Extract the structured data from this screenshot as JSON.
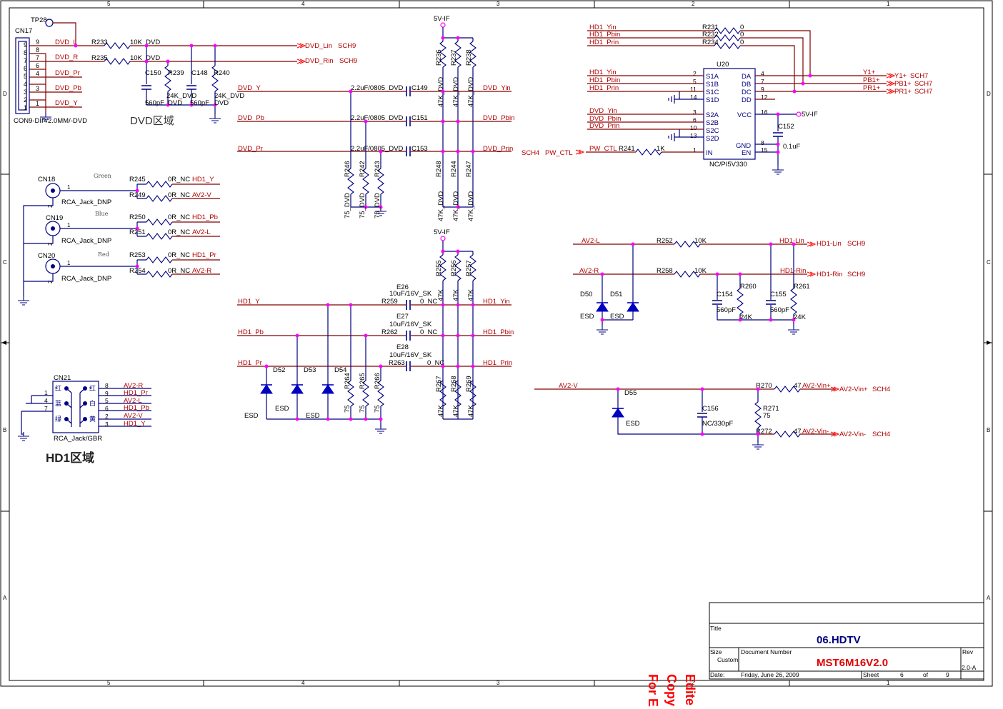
{
  "frame": {
    "col_labels": [
      "5",
      "4",
      "3",
      "2",
      "1"
    ],
    "row_labels": [
      "D",
      "C",
      "B",
      "A"
    ]
  },
  "title_block": {
    "title_label": "Title",
    "title": "06.HDTV",
    "size_label": "Size",
    "size": "Custom",
    "doc_label": "Document Number",
    "doc_number": "MST6M16V2.0",
    "rev_label": "Rev",
    "rev": "2.0-A",
    "date_label": "Date:",
    "date": "Friday, June 26, 2009",
    "sheet_label": "Sheet",
    "sheet": "6",
    "of_label": "of",
    "sheet_total": "9"
  },
  "watermark": [
    "Edite",
    "Copy",
    "For E"
  ],
  "regions": {
    "dvd": "DVD区域",
    "hd1": "HD1区域"
  },
  "labels": {
    "tp28": "TP28",
    "cn17": "CN17",
    "cn17_desc": "CON9-DIP/2.0MM/-DVD",
    "cn17_pins": [
      "9",
      "8",
      "7",
      "6",
      "5",
      "4",
      "3",
      "2",
      "1"
    ],
    "dvd_l": "DVD_L",
    "dvd_r": "DVD_R",
    "dvd_pr": "DVD_Pr",
    "dvd_pb": "DVD_Pb",
    "dvd_y": "DVD_Y",
    "r233": "R233",
    "r233v": "10K_DVD",
    "r235": "R235",
    "r235v": "10K_DVD",
    "dvd_lin": "DVD_Lin",
    "dvd_rin": "DVD_Rin",
    "sch9": "SCH9",
    "c150": "C150",
    "c150v": "560pF",
    "r239": "R239",
    "r239v": "24K_DVD",
    "c148": "C148",
    "c148v": "560pF",
    "r240": "R240",
    "r240v": "24K_DVD",
    "dvd": "DVD",
    "vif": "5V-IF",
    "cap_dvd": "2.2uF/0805_DVD",
    "c149": "C149",
    "c151": "C151",
    "c153": "C153",
    "dvd_yin": "DVD_Yin",
    "dvd_pbin": "DVD_Pbin",
    "dvd_prin": "DVD_Prin",
    "r236": "R236",
    "r237": "R237",
    "r238": "R238",
    "k47dvd": "47K_DVD",
    "r246": "R246",
    "r242": "R242",
    "r243": "R243",
    "v75dvd": "75_DVD",
    "r248": "R248",
    "r244": "R244",
    "r247": "R247",
    "cn18": "CN18",
    "cn19": "CN19",
    "cn20": "CN20",
    "rca_dnp": "RCA_Jack_DNP",
    "green": "Green",
    "blue": "Blue",
    "red": "Red",
    "pin1": "1",
    "pin2": "2",
    "r245": "R245",
    "r249": "R249",
    "r250": "R250",
    "r251": "R251",
    "r253": "R253",
    "r254": "R254",
    "r0nc": "0R_NC",
    "hd1_y": "HD1_Y",
    "av2_v": "AV2-V",
    "hd1_pb": "HD1_Pb",
    "av2_l": "AV2-L",
    "hd1_pr": "HD1_Pr",
    "av2_r": "AV2-R",
    "cn21": "CN21",
    "cn21_desc": "RCA_Jack/GBR",
    "cn21_right_pins": [
      "8",
      "9",
      "5",
      "6",
      "2",
      "3"
    ],
    "cn21_right_nets": [
      "AV2-R",
      "HD1_Pr",
      "AV2-L",
      "HD1_Pb",
      "AV2-V",
      "HD1_Y"
    ],
    "cn21_left_pins": [
      "1",
      "4",
      "7"
    ],
    "cn21_chars": [
      "红",
      "红",
      "蓝",
      "白",
      "绿",
      "黄"
    ],
    "r255": "R255",
    "r256": "R256",
    "r257": "R257",
    "k47": "47K",
    "e26": "E26",
    "e27": "E27",
    "e28": "E28",
    "ecap": "10uF/16V_SK",
    "r259": "R259",
    "r262": "R262",
    "r263": "R263",
    "nc0": "0_NC",
    "hd1_yin": "HD1_Yin",
    "hd1_pbin": "HD1_Pbin",
    "hd1_prin": "HD1_Prin",
    "d52": "D52",
    "d53": "D53",
    "d54": "D54",
    "esd": "ESD",
    "r264": "R264",
    "r265": "R265",
    "r266": "R266",
    "v75": "75",
    "r267": "R267",
    "r268": "R268",
    "r269": "R269",
    "r231": "R231",
    "r232": "R232",
    "r234": "R234",
    "zero": "0",
    "hd1_prin_net": "HD1_Prin",
    "u20": "U20",
    "u20_desc": "NC/PI5V330",
    "u20_left": [
      "S1A",
      "S1B",
      "S1C",
      "S1D",
      "S2A",
      "S2B",
      "S2C",
      "S2D",
      "IN"
    ],
    "u20_left_pins": [
      "2",
      "5",
      "11",
      "14",
      "3",
      "6",
      "10",
      "13",
      "1"
    ],
    "u20_right": [
      "DA",
      "DB",
      "DC",
      "DD",
      "VCC",
      "GND",
      "EN"
    ],
    "u20_right_pins": [
      "4",
      "7",
      "9",
      "12",
      "16",
      "8",
      "15"
    ],
    "y1": "Y1+",
    "pb1": "PB1+",
    "pr1": "PR1+",
    "sch7": "SCH7",
    "c152": "C152",
    "c152v": "0.1uF",
    "sch4": "SCH4",
    "pw_ctl_out": "PW_CTL",
    "pw_ctl": "PW_CTL",
    "r241": "R241",
    "k1": "1K",
    "r252": "R252",
    "r258": "R258",
    "k10": "10K",
    "hd1_lin": "HD1-Lin",
    "hd1_rin": "HD1-Rin",
    "hd1_lin_c": "HD1-Lin",
    "hd1_rin_c": "HD1-Rin",
    "d50": "D50",
    "d51": "D51",
    "c154": "C154",
    "c155": "C155",
    "r260": "R260",
    "r261": "R261",
    "p560": "560pF",
    "k24": "24K",
    "d55": "D55",
    "c156": "C156",
    "c156v": "NC/330pF",
    "r270": "R270",
    "r271": "R271",
    "r272": "R272",
    "v47": "47",
    "av2_vinp": "AV2-Vin+",
    "av2_vinm": "AV2-Vin-",
    "av2_vinp_c": "AV2-Vin+",
    "av2_vinm_c": "AV2-Vin-"
  }
}
